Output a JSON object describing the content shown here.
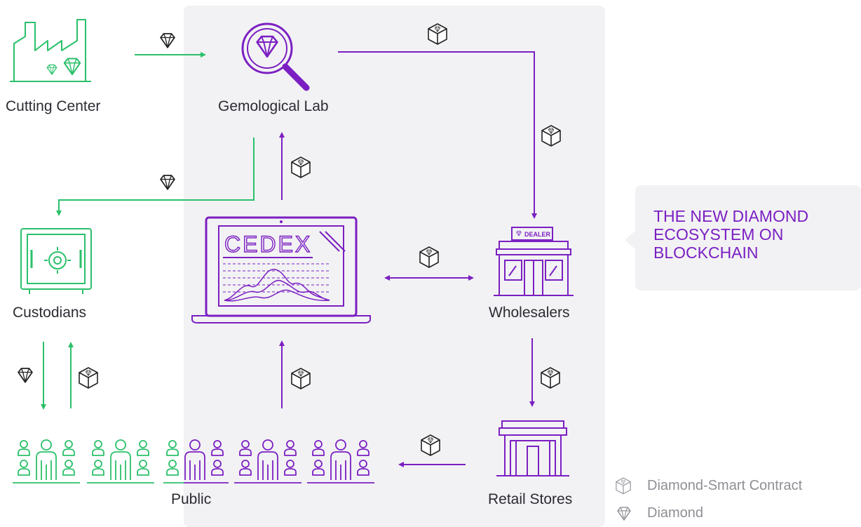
{
  "nodes": {
    "cutting_center": "Cutting Center",
    "gemological_lab": "Gemological Lab",
    "custodians": "Custodians",
    "wholesalers": "Wholesalers",
    "public": "Public",
    "retail_stores": "Retail Stores"
  },
  "platform_logo": "CEDEX",
  "dealer_sign": "DEALER",
  "callout": {
    "line1": "THE NEW DIAMOND",
    "line2": "ECOSYSTEM ON",
    "line3": "BLOCKCHAIN"
  },
  "legend": {
    "smart_contract": "Diamond-Smart Contract",
    "diamond": "Diamond"
  },
  "colors": {
    "green": "#2bc06a",
    "purple": "#7b1fc2",
    "panel": "#f2f2f4",
    "legend_gray": "#8e8e95"
  }
}
